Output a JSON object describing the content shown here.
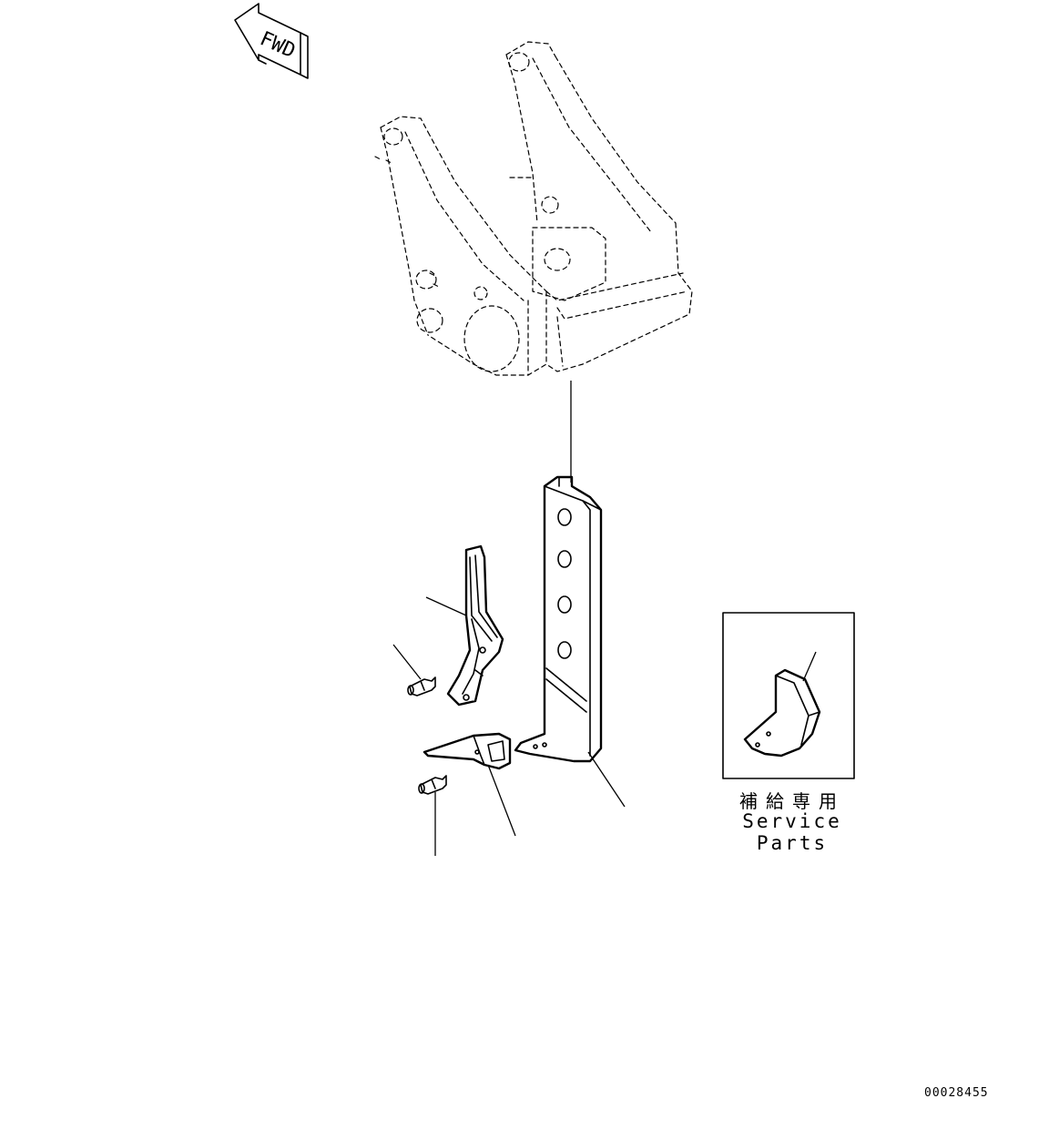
{
  "direction_marker": {
    "text": "FWD",
    "icon": "fwd-arrow-icon"
  },
  "service_parts": {
    "label_jp": "補給専用",
    "label_en": "Service Parts"
  },
  "figure_number": "00028455"
}
